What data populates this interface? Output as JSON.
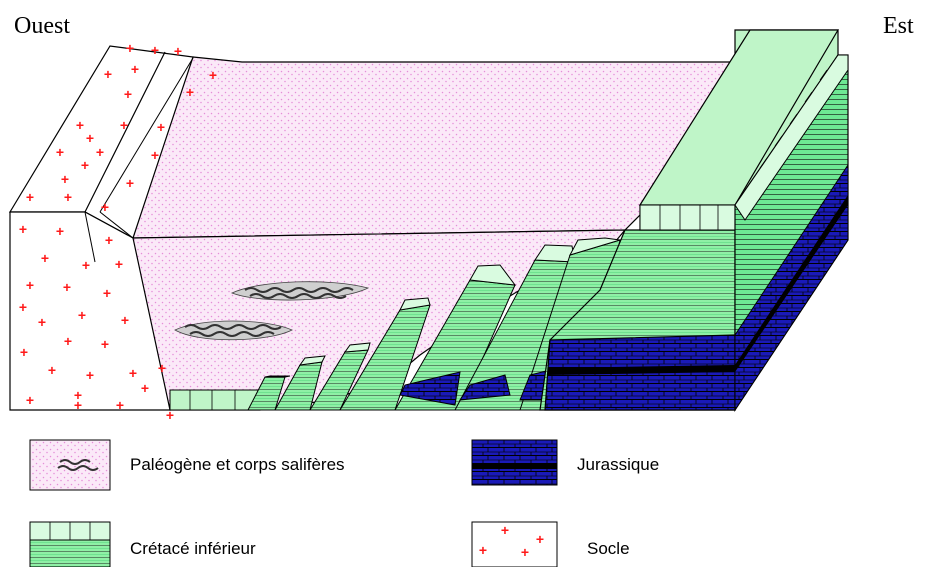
{
  "labels": {
    "west": "Ouest",
    "east": "Est"
  },
  "legend": {
    "paleogene": "Paléogène et corps salifères",
    "cretace": "Crétacé inférieur",
    "jurassique": "Jurassique",
    "socle": "Socle"
  },
  "colors": {
    "paleogene_fill": "#fbe9f8",
    "paleogene_dot": "#e58ed8",
    "cretace_fill": "#bff5c8",
    "cretace_band": "#5fe889",
    "cretace_top": "#d9fbe0",
    "jurassique": "#1a1aa8",
    "jurassique_dark": "#000044",
    "socle_plus": "#ff1a1a",
    "outline": "#000000",
    "salt": "#555555"
  }
}
